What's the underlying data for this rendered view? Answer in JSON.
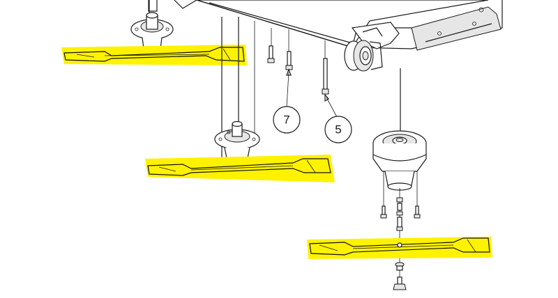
{
  "diagram": {
    "highlight_color": "#fff200",
    "line_color": "#1a1a1a",
    "callouts": [
      {
        "id": "callout-7",
        "label": "7"
      },
      {
        "id": "callout-5",
        "label": "5"
      }
    ]
  }
}
